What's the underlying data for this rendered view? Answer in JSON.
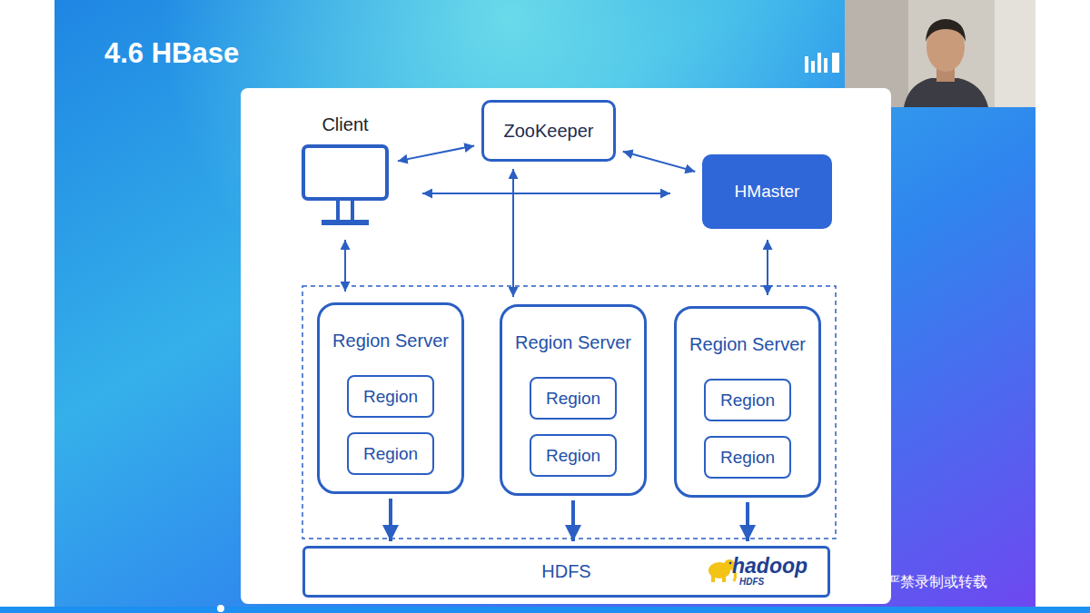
{
  "diagram": {
    "title": "4.6 HBase",
    "nodes": [
      {
        "text": [
          "Client"
        ]
      },
      {
        "text": [
          "ZooKeeper"
        ]
      },
      {
        "text": [
          "HMaster"
        ]
      },
      {
        "text": [
          "Region Server"
        ]
      },
      {
        "text": [
          "Region"
        ],
        "in": 3
      },
      {
        "text": [
          "Region"
        ],
        "in": 3
      },
      {
        "text": [
          "Region Server"
        ]
      },
      {
        "text": [
          "Region"
        ],
        "in": 6
      },
      {
        "text": [
          "Region"
        ],
        "in": 6
      },
      {
        "text": [
          "Region Server"
        ]
      },
      {
        "text": [
          "Region"
        ],
        "in": 9
      },
      {
        "text": [
          "Region"
        ],
        "in": 9
      },
      {
        "text": [
          "HDFS"
        ]
      }
    ],
    "edges": [
      {
        "from": 0,
        "to": 1,
        "arrow": "both"
      },
      {
        "from": 1,
        "to": 2,
        "arrow": "both"
      },
      {
        "from": 0,
        "to": 2,
        "arrow": "both"
      },
      {
        "from": 0,
        "to": 3,
        "arrow": "both"
      },
      {
        "from": 1,
        "to": 6,
        "arrow": "both"
      },
      {
        "from": 2,
        "to": 9,
        "arrow": "both"
      },
      {
        "from": 3,
        "to": 12,
        "arrow": "to"
      },
      {
        "from": 6,
        "to": 12,
        "arrow": "to"
      },
      {
        "from": 9,
        "to": 12,
        "arrow": "to"
      }
    ],
    "labels": [
      "hadoop",
      "HDFS",
      "严禁录制或转载"
    ]
  }
}
